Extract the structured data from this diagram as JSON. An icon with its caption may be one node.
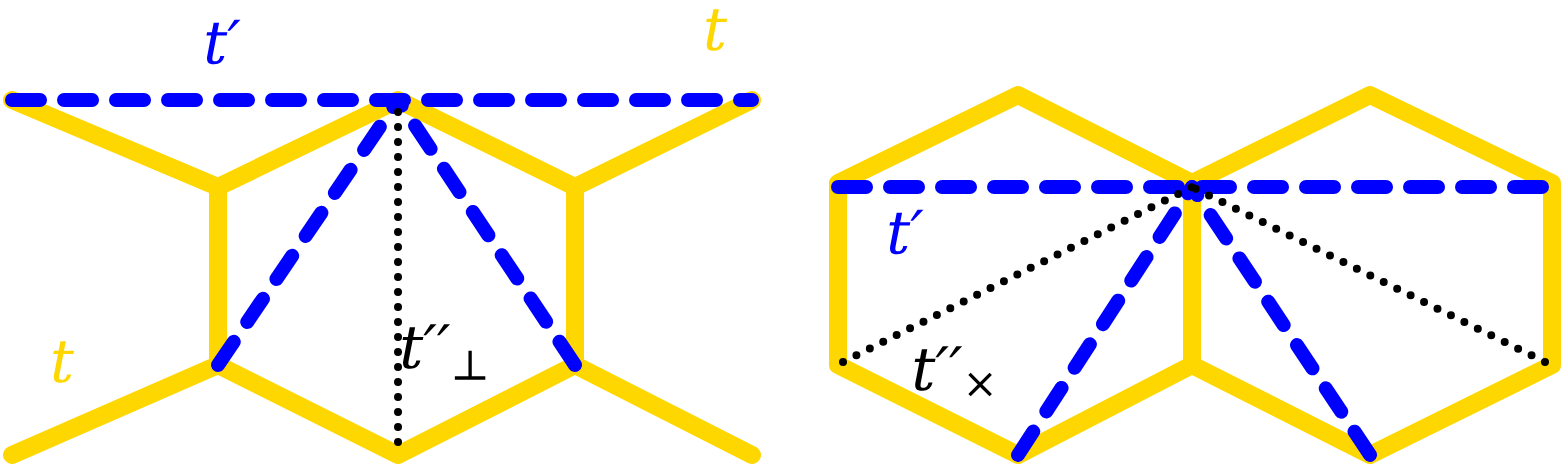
{
  "diagram": {
    "labels": [
      "t′",
      "t",
      "t′",
      "t′′$_{⊥}$",
      "t",
      "t′′$_{×}$"
    ]
  }
}
